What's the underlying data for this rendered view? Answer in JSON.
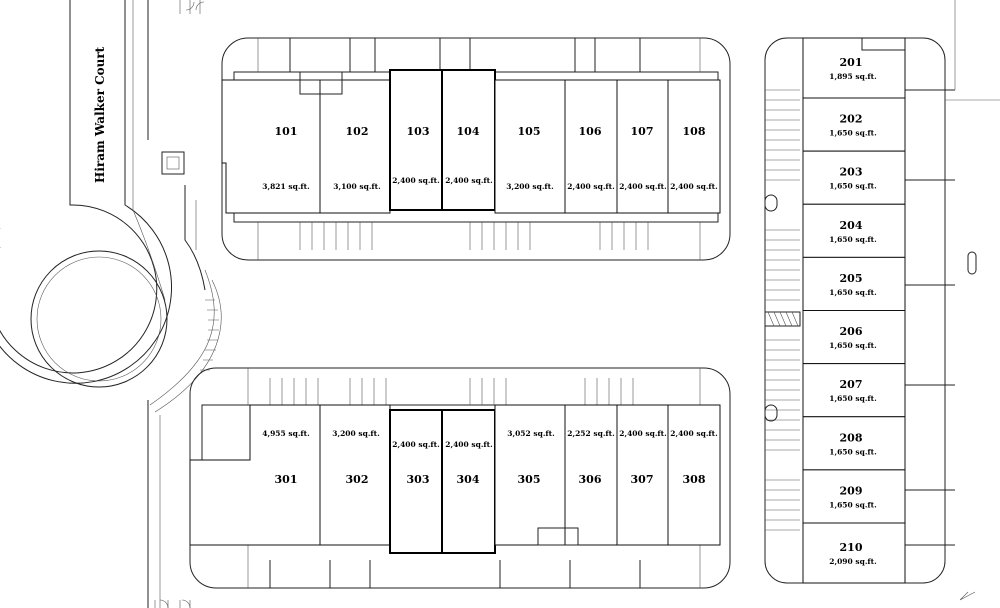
{
  "street_name": "Hiram Walker Court",
  "building_100": [
    {
      "unit": "101",
      "area": "3,821 sq.ft."
    },
    {
      "unit": "102",
      "area": "3,100 sq.ft."
    },
    {
      "unit": "103",
      "area": "2,400 sq.ft."
    },
    {
      "unit": "104",
      "area": "2,400 sq.ft."
    },
    {
      "unit": "105",
      "area": "3,200 sq.ft."
    },
    {
      "unit": "106",
      "area": "2,400 sq.ft."
    },
    {
      "unit": "107",
      "area": "2,400 sq.ft."
    },
    {
      "unit": "108",
      "area": "2,400 sq.ft."
    }
  ],
  "building_300": [
    {
      "unit": "301",
      "area": "4,955 sq.ft."
    },
    {
      "unit": "302",
      "area": "3,200 sq.ft."
    },
    {
      "unit": "303",
      "area": "2,400 sq.ft."
    },
    {
      "unit": "304",
      "area": "2,400 sq.ft."
    },
    {
      "unit": "305",
      "area": "3,052 sq.ft."
    },
    {
      "unit": "306",
      "area": "2,252 sq.ft."
    },
    {
      "unit": "307",
      "area": "2,400 sq.ft."
    },
    {
      "unit": "308",
      "area": "2,400 sq.ft."
    }
  ],
  "building_200": [
    {
      "unit": "201",
      "area": "1,895 sq.ft."
    },
    {
      "unit": "202",
      "area": "1,650 sq.ft."
    },
    {
      "unit": "203",
      "area": "1,650 sq.ft."
    },
    {
      "unit": "204",
      "area": "1,650 sq.ft."
    },
    {
      "unit": "205",
      "area": "1,650 sq.ft."
    },
    {
      "unit": "206",
      "area": "1,650 sq.ft."
    },
    {
      "unit": "207",
      "area": "1,650 sq.ft."
    },
    {
      "unit": "208",
      "area": "1,650 sq.ft."
    },
    {
      "unit": "209",
      "area": "1,650 sq.ft."
    },
    {
      "unit": "210",
      "area": "2,090 sq.ft."
    }
  ]
}
